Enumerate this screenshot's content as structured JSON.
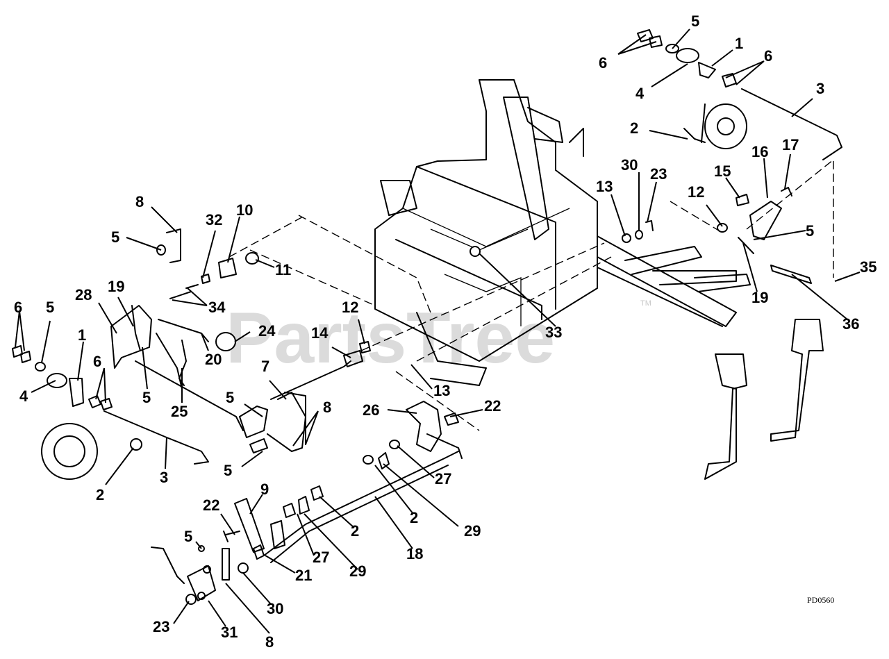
{
  "watermark": {
    "text": "PartsTree",
    "mark": "TM"
  },
  "drawing_code": "PD0560",
  "callouts": [
    "1",
    "2",
    "3",
    "4",
    "5",
    "6",
    "7",
    "8",
    "9",
    "10",
    "11",
    "12",
    "13",
    "14",
    "15",
    "16",
    "17",
    "18",
    "19",
    "20",
    "21",
    "22",
    "23",
    "24",
    "25",
    "26",
    "27",
    "28",
    "29",
    "30",
    "31",
    "32",
    "33",
    "34",
    "35",
    "36"
  ]
}
